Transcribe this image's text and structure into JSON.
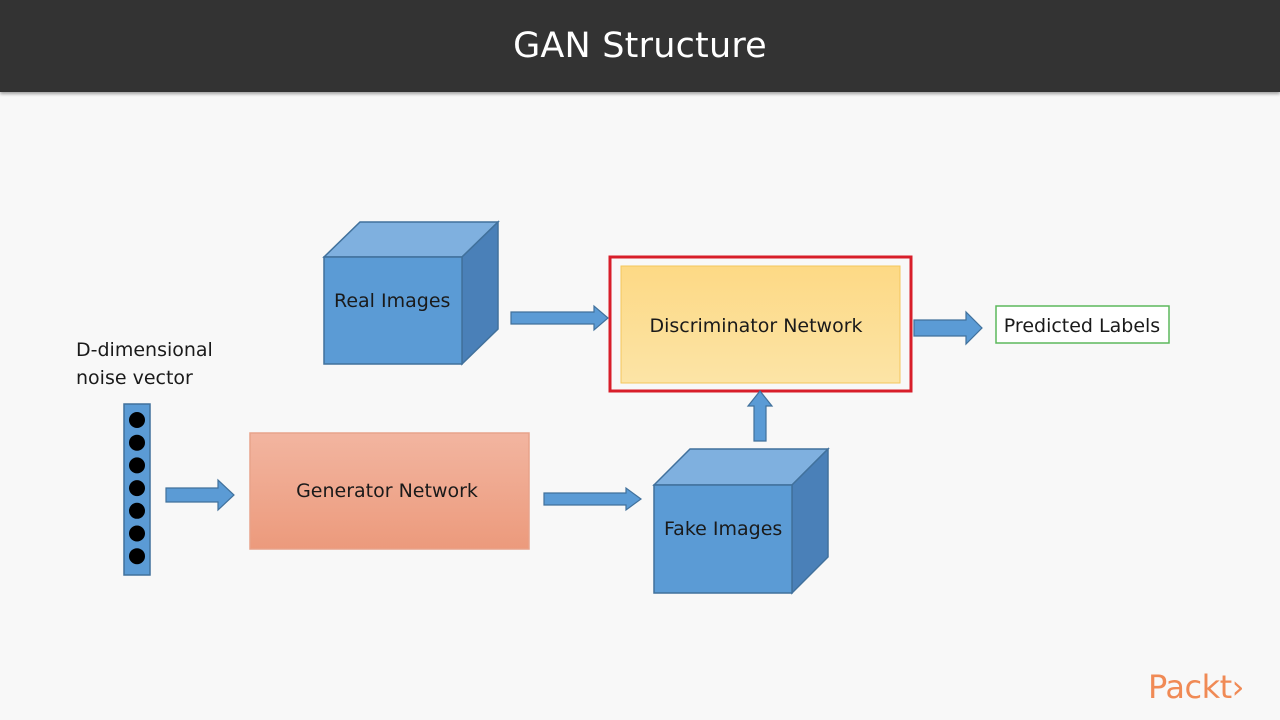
{
  "header": {
    "title": "GAN Structure"
  },
  "nodes": {
    "noise_vector": {
      "label_line1": "D-dimensional",
      "label_line2": "noise vector",
      "dot_count": 7
    },
    "real_images": {
      "label": "Real Images"
    },
    "generator": {
      "label": "Generator Network"
    },
    "fake_images": {
      "label": "Fake Images"
    },
    "discriminator": {
      "label": "Discriminator Network"
    },
    "predicted": {
      "label": "Predicted Labels"
    }
  },
  "brand": {
    "logo_text": "Packt›"
  },
  "colors": {
    "cube_front": "#5b9bd5",
    "generator_fill": "#f0a88f",
    "discriminator_fill": "#fbd883",
    "highlight_border": "#d81e2a",
    "predicted_border": "#5cb85c",
    "arrow": "#5b9bd5"
  }
}
